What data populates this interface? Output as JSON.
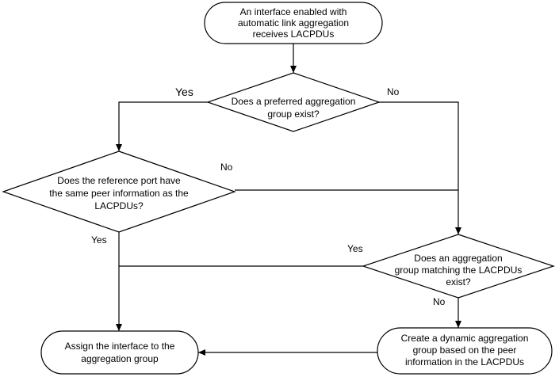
{
  "nodes": {
    "start": [
      "An interface enabled with",
      "automatic link aggregation",
      "receives LACPDUs"
    ],
    "decision_preferred": [
      "Does a preferred aggregation",
      "group exist?"
    ],
    "decision_reference": [
      "Does the reference port have",
      "the same peer information as the",
      "LACPDUs?"
    ],
    "decision_matching": [
      "Does an aggregation",
      "group matching the LACPDUs",
      "exist?"
    ],
    "create_group": [
      "Create a dynamic aggregation",
      "group based on the peer",
      "information in the LACPDUs"
    ],
    "assign": [
      "Assign the interface to the",
      "aggregation group"
    ]
  },
  "edges": {
    "preferred_yes": "Yes",
    "preferred_no": "No",
    "reference_no": "No",
    "reference_yes": "Yes",
    "matching_yes": "Yes",
    "matching_no": "No"
  }
}
